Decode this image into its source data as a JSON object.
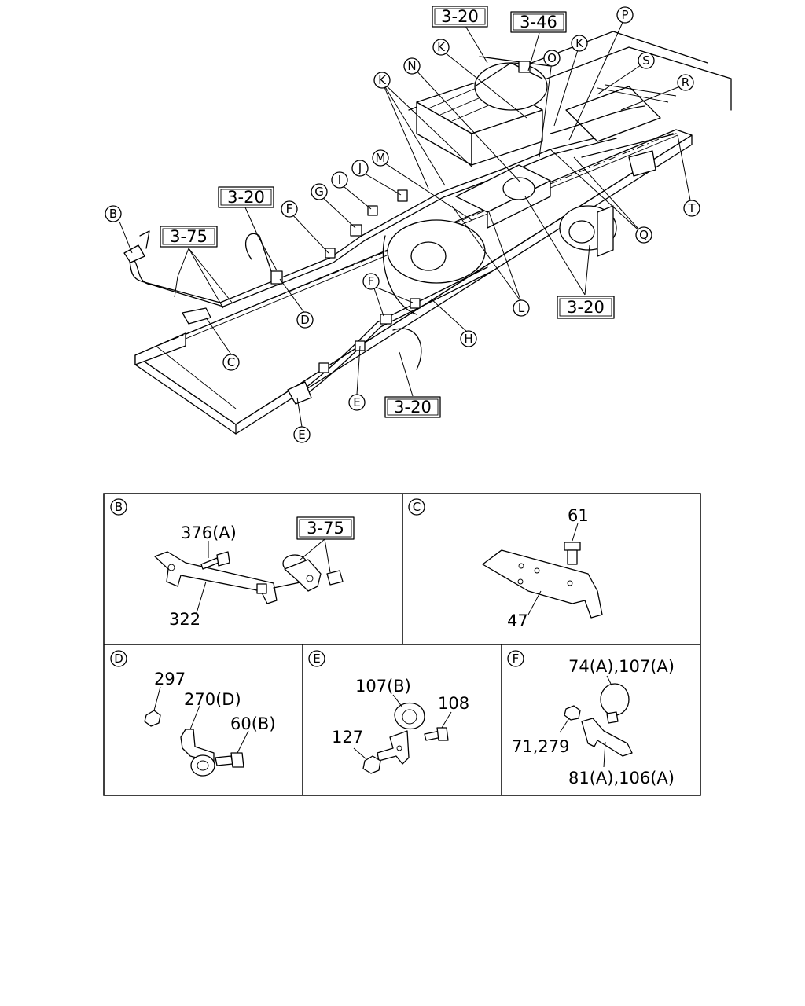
{
  "callouts": {
    "B": "B",
    "C": "C",
    "D": "D",
    "E": "E",
    "F": "F",
    "G": "G",
    "H": "H",
    "I": "I",
    "J": "J",
    "K": "K",
    "L": "L",
    "M": "M",
    "N": "N",
    "O": "O",
    "P": "P",
    "Q": "Q",
    "R": "R",
    "S": "S",
    "T": "T"
  },
  "page_refs": {
    "ref_3_20": "3-20",
    "ref_3_46": "3-46",
    "ref_3_75": "3-75"
  },
  "detail_panels": {
    "B": {
      "label": "B",
      "parts": {
        "bolt": "376(A)",
        "bracket": "322",
        "ref": "3-75"
      }
    },
    "C": {
      "label": "C",
      "parts": {
        "bolt": "61",
        "plate": "47"
      }
    },
    "D": {
      "label": "D",
      "parts": {
        "nut": "297",
        "clip": "270(D)",
        "bolt": "60(B)"
      }
    },
    "E": {
      "label": "E",
      "parts": {
        "clamp": "107(B)",
        "bolt": "108",
        "nut": "127"
      }
    },
    "F": {
      "label": "F",
      "parts": {
        "clamp": "74(A),107(A)",
        "nut": "71,279",
        "bracket": "81(A),106(A)"
      }
    }
  }
}
